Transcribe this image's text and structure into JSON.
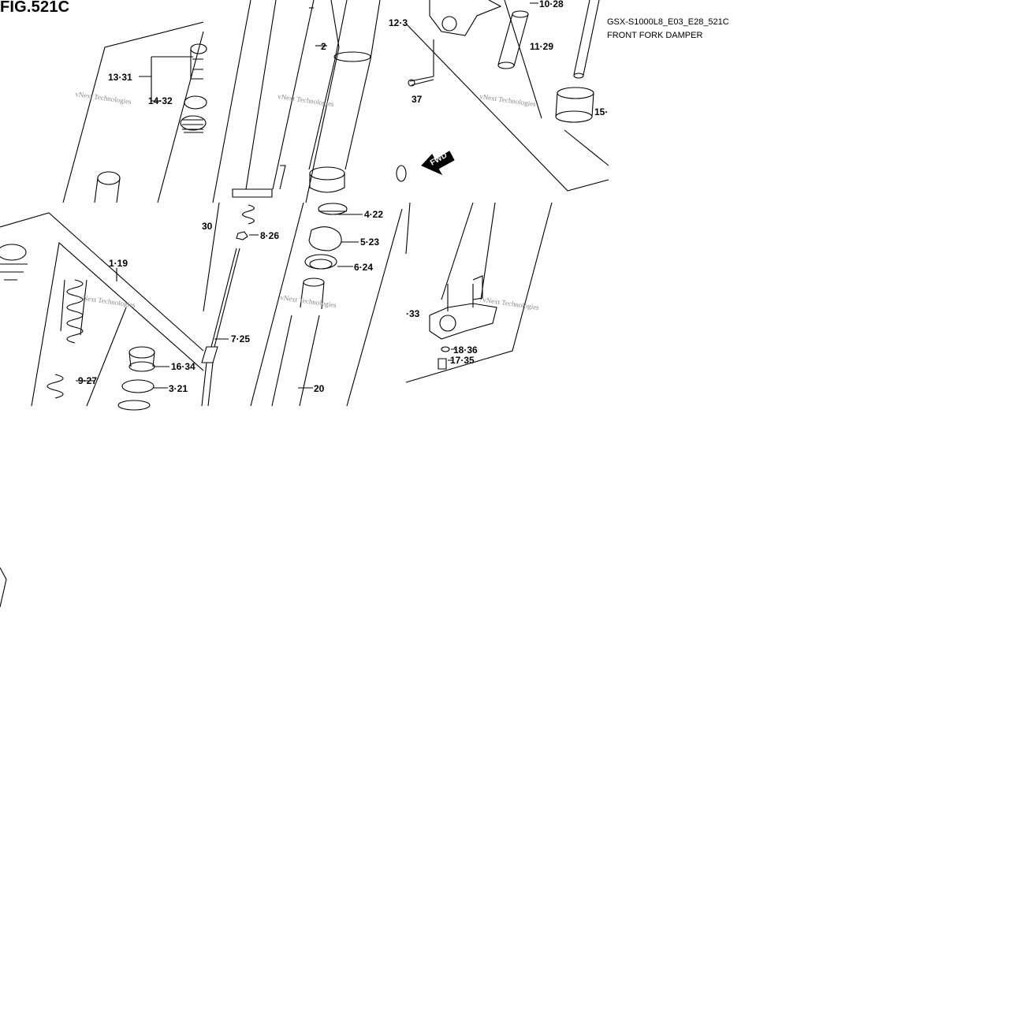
{
  "figure": {
    "code": "FIG.521C",
    "model": "GSX-S1000L8_E03_E28_521C",
    "title": "FRONT FORK DAMPER"
  },
  "direction_marker": "FWD",
  "watermark": "vNext Technologies",
  "callouts": {
    "c10_28": "10·28",
    "c2": "2",
    "c12": "12·3",
    "c11_29": "11·29",
    "c13_31": "13·31",
    "c14_32": "14·32",
    "c37": "37",
    "c15": "15·",
    "c4_22": "4·22",
    "c30": "30",
    "c8_26": "8·26",
    "c5_23": "5·23",
    "c1_19": "1·19",
    "c6_24": "6·24",
    "c33": "·33",
    "c18_36": "18·36",
    "c17_35": "17·35",
    "c7_25": "7·25",
    "c16_34": "16·34",
    "c9_27": "9·27",
    "c3_21": "3·21",
    "c20": "20"
  }
}
